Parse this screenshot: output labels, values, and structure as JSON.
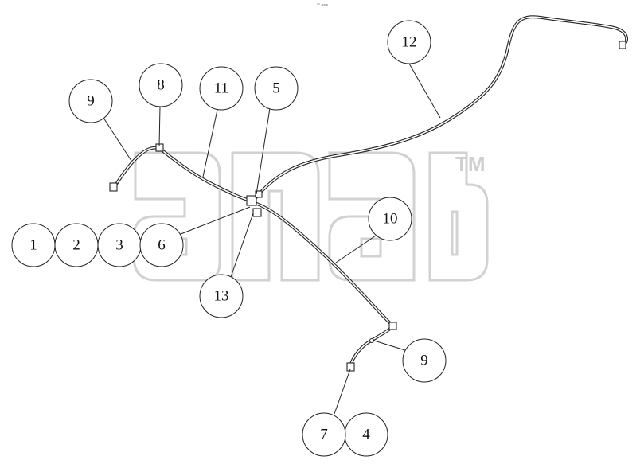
{
  "diagram": {
    "top_mark": "°° ===",
    "watermark_tm": "TM",
    "callouts": [
      {
        "id": "c1",
        "label": "1"
      },
      {
        "id": "c2",
        "label": "2"
      },
      {
        "id": "c3",
        "label": "3"
      },
      {
        "id": "c4",
        "label": "4"
      },
      {
        "id": "c5",
        "label": "5"
      },
      {
        "id": "c6",
        "label": "6"
      },
      {
        "id": "c7",
        "label": "7"
      },
      {
        "id": "c8",
        "label": "8"
      },
      {
        "id": "c9a",
        "label": "9"
      },
      {
        "id": "c9b",
        "label": "9"
      },
      {
        "id": "c10",
        "label": "10"
      },
      {
        "id": "c11",
        "label": "11"
      },
      {
        "id": "c12",
        "label": "12"
      },
      {
        "id": "c13",
        "label": "13"
      }
    ]
  }
}
